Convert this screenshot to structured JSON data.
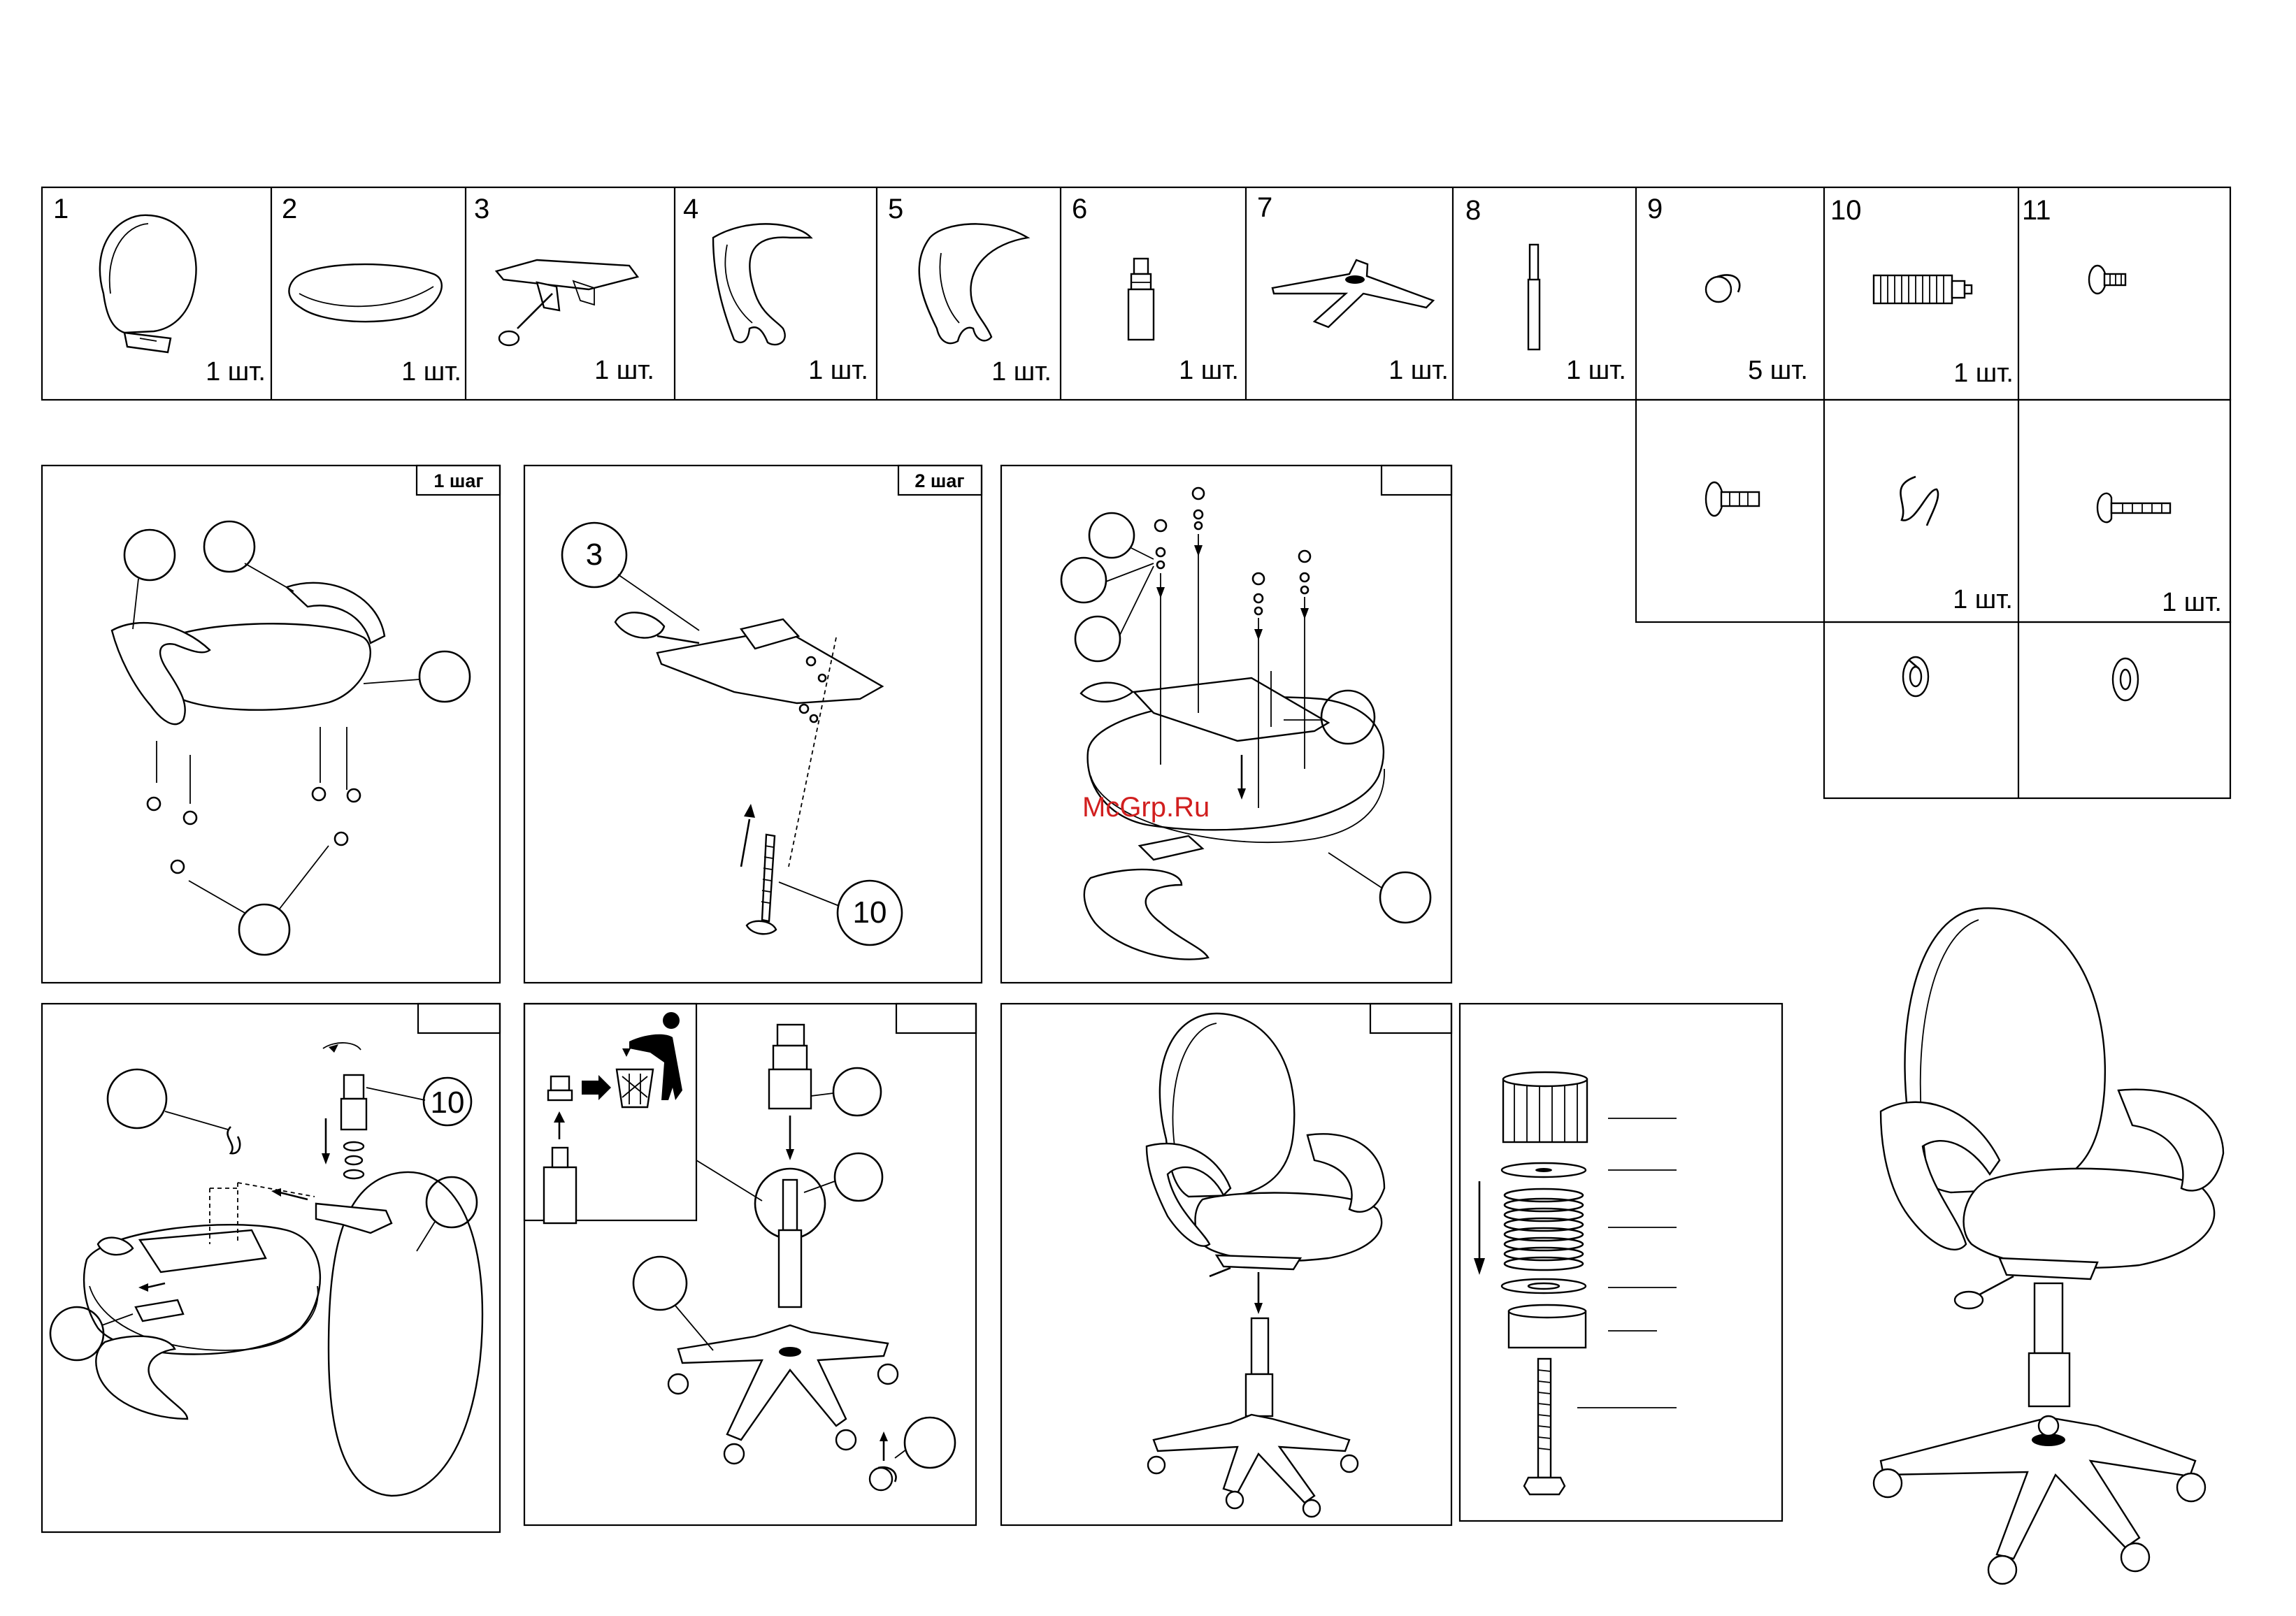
{
  "parts": [
    {
      "number": "1",
      "qty": "1 шт."
    },
    {
      "number": "2",
      "qty": "1 шт."
    },
    {
      "number": "3",
      "qty": "1 шт."
    },
    {
      "number": "4",
      "qty": "1 шт."
    },
    {
      "number": "5",
      "qty": "1 шт."
    },
    {
      "number": "6",
      "qty": "1 шт."
    },
    {
      "number": "7",
      "qty": "1 шт."
    },
    {
      "number": "8",
      "qty": "1 шт."
    },
    {
      "number": "9",
      "qty": "5 шт."
    },
    {
      "number": "10",
      "qty": "1 шт."
    },
    {
      "number": "11",
      "qty": "1 шт."
    }
  ],
  "hardware_extra": [
    {
      "qty": ""
    },
    {
      "qty": "1 шт."
    },
    {
      "qty": "1 шт."
    }
  ],
  "steps": [
    {
      "label": "1 шаг"
    },
    {
      "label": "2 шаг"
    },
    {
      "label": ""
    },
    {
      "label": ""
    },
    {
      "label": ""
    },
    {
      "label": ""
    }
  ],
  "callouts": {
    "step2_part": "3",
    "step2_bolt": "10",
    "step4_bolt": "10"
  },
  "watermark": "McGrp.Ru"
}
